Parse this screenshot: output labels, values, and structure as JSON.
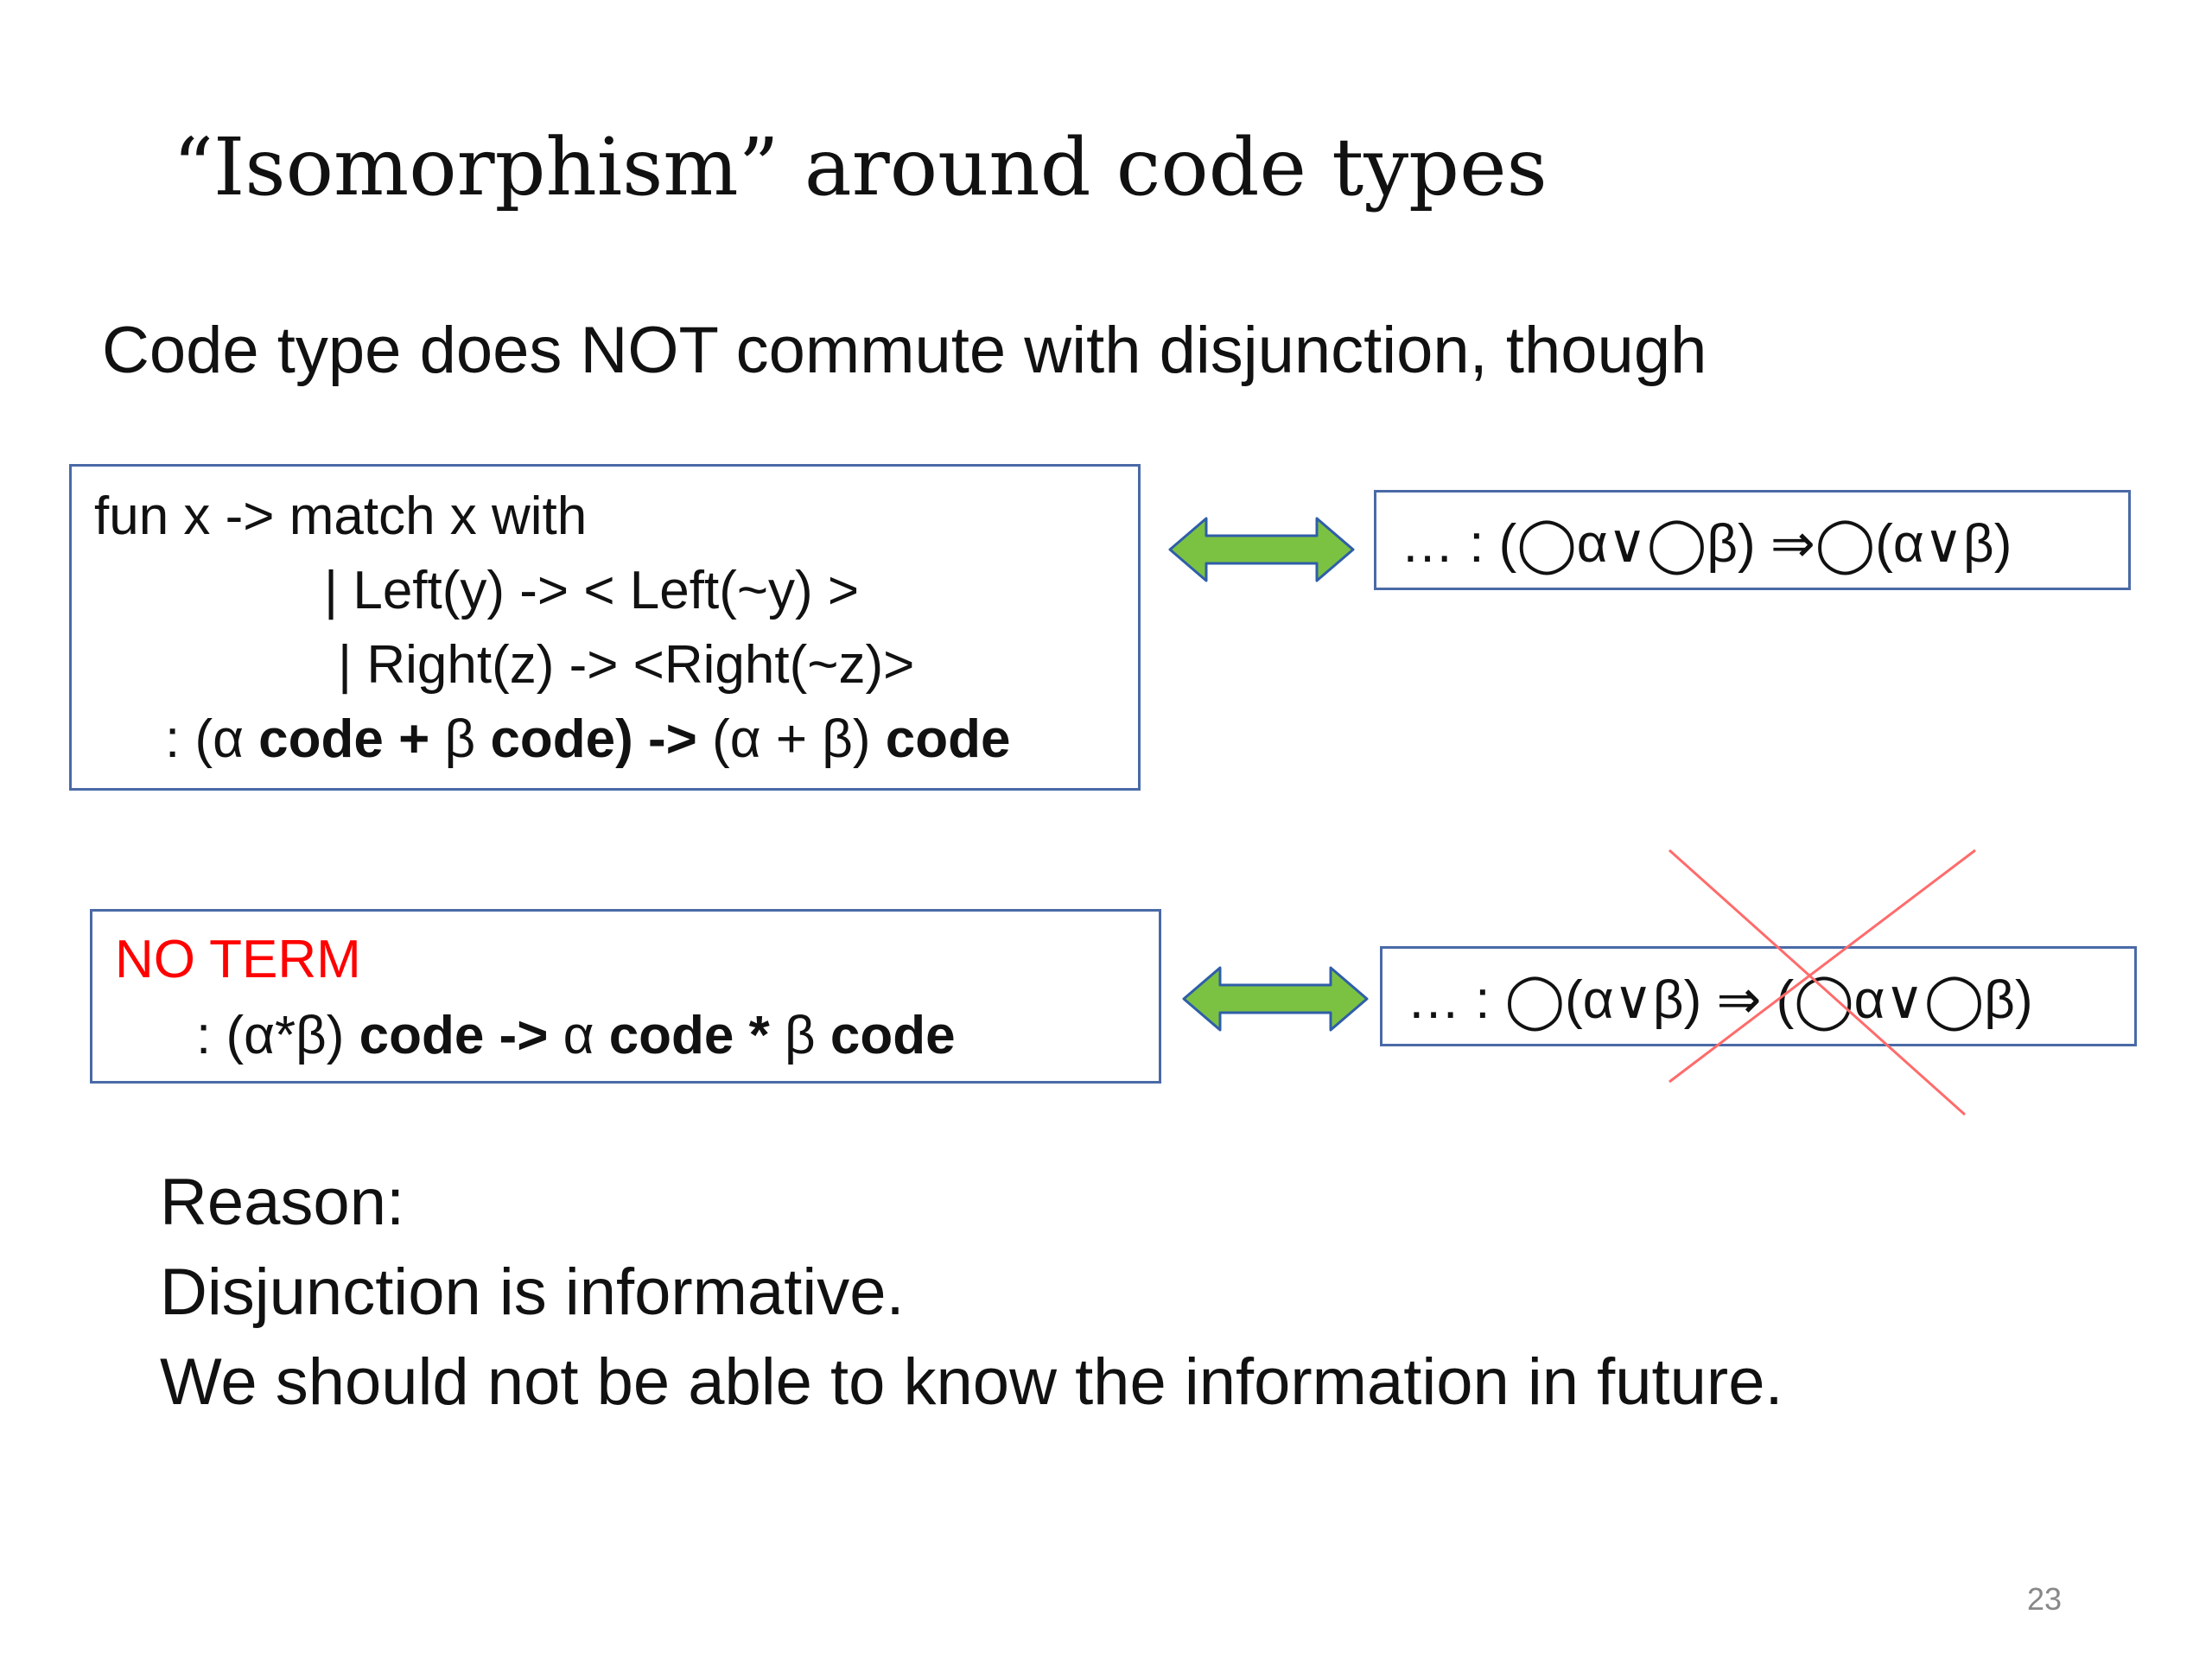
{
  "slide": {
    "title": "“Isomorphism” around code types",
    "subtitle": "Code type does NOT commute with disjunction, though",
    "term_box": {
      "line1": "fun x -> match x with",
      "line2": "| Left(y) -> < Left(~y) >",
      "line3": "| Right(z) -> <Right(~z)>",
      "line4_prefix": ":   (α ",
      "line4_code1": "code + ",
      "line4_beta": "β ",
      "line4_code2": "code) ->",
      "line4_mid": "  (α + β) ",
      "line4_code3": "code"
    },
    "formula_top": "… :  (◯α∨◯β) ⇒◯(α∨β)",
    "noterm_box": {
      "label": "NO TERM",
      "line_prefix": ":    (α*β) ",
      "code1": "code -> ",
      "alpha": "α ",
      "code2": "code * ",
      "beta": "β ",
      "code3": "code"
    },
    "formula_bottom": "… : ◯(α∨β) ⇒ (◯α∨◯β)",
    "reason": {
      "line1": "Reason:",
      "line2": "Disjunction is informative.",
      "line3": "We should not be able to know the information in future."
    },
    "page_number": "23"
  },
  "colors": {
    "box_border": "#4a6aa7",
    "arrow_fill": "#7cc242",
    "arrow_stroke": "#2f5ea8",
    "no_term": "#ff0000",
    "cross": "#ff6b6b"
  }
}
